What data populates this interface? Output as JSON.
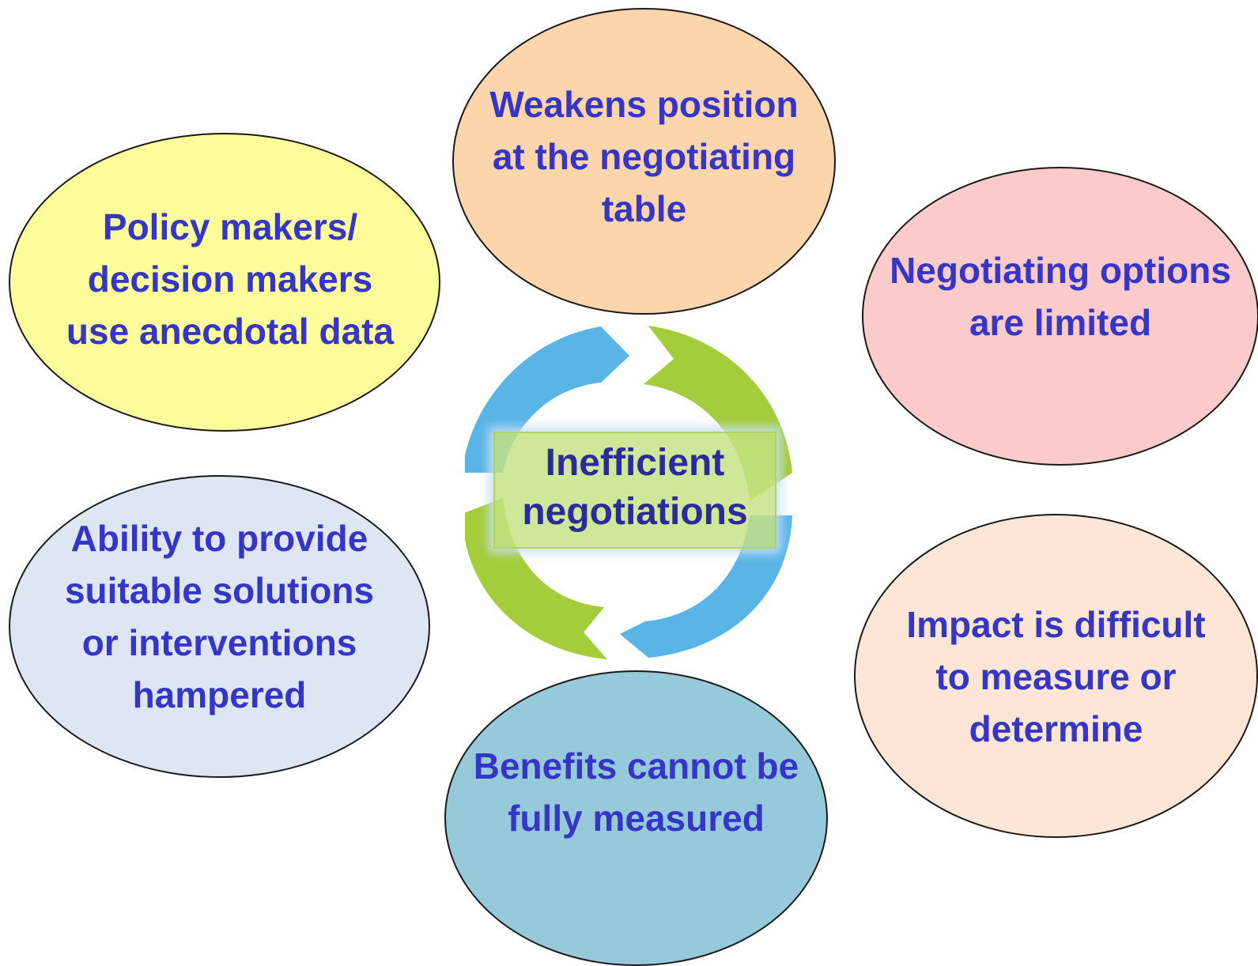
{
  "center": {
    "label": "Inefficient\nnegotiations"
  },
  "nodes": {
    "weakens": "Weakens position\nat the negotiating\ntable",
    "policy": "Policy makers/\ndecision makers\nuse anecdotal data",
    "options": "Negotiating options\nare limited",
    "ability": "Ability to provide\nsuitable solutions\nor interventions\nhampered",
    "impact": "Impact is difficult\nto measure or\ndetermine",
    "benefits": "Benefits cannot be\nfully measured"
  },
  "colors": {
    "text": "#3535c8",
    "center_text": "#2b2b9c",
    "cycle_blue": "#59b5e6",
    "cycle_green": "#a3cd3a",
    "weakens_fill": "#fdd5ac",
    "policy_fill": "#fcfd9a",
    "options_fill": "#fbcaca",
    "ability_fill": "#dde6f2",
    "impact_fill": "#fde6d6",
    "benefits_fill": "#96cadb"
  }
}
